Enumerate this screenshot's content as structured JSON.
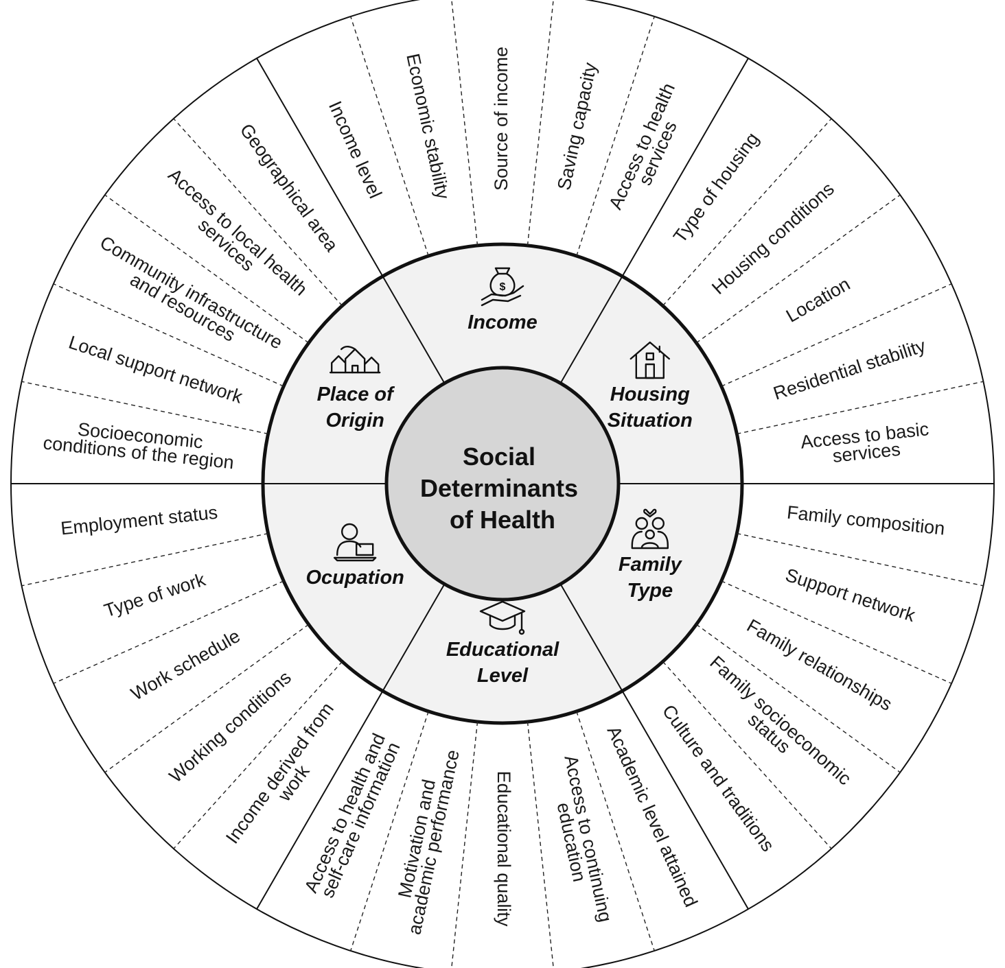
{
  "center": {
    "lines": [
      "Social",
      "Determinants",
      "of Health"
    ]
  },
  "categories": [
    {
      "id": "income",
      "lines": [
        "Income"
      ],
      "icon": "money-bag-in-hand-icon",
      "items": [
        {
          "lines": [
            "Income level"
          ]
        },
        {
          "lines": [
            "Economic stability"
          ]
        },
        {
          "lines": [
            "Source of income"
          ]
        },
        {
          "lines": [
            "Saving capacity"
          ]
        },
        {
          "lines": [
            "Access to health",
            "services"
          ]
        }
      ]
    },
    {
      "id": "housing",
      "lines": [
        "Housing",
        "Situation"
      ],
      "icon": "house-icon",
      "items": [
        {
          "lines": [
            "Type of housing"
          ]
        },
        {
          "lines": [
            "Housing conditions"
          ]
        },
        {
          "lines": [
            "Location"
          ]
        },
        {
          "lines": [
            "Residential stability"
          ]
        },
        {
          "lines": [
            "Access to basic",
            "services"
          ]
        }
      ]
    },
    {
      "id": "family",
      "lines": [
        "Family",
        "Type"
      ],
      "icon": "family-icon",
      "items": [
        {
          "lines": [
            "Family composition"
          ]
        },
        {
          "lines": [
            "Support network"
          ]
        },
        {
          "lines": [
            "Family relationships"
          ]
        },
        {
          "lines": [
            "Family socioeconomic",
            "status"
          ]
        },
        {
          "lines": [
            "Culture and traditions"
          ]
        }
      ]
    },
    {
      "id": "education",
      "lines": [
        "Educational",
        "Level"
      ],
      "icon": "graduation-cap-icon",
      "items": [
        {
          "lines": [
            "Academic level attained"
          ]
        },
        {
          "lines": [
            "Access to continuing",
            "education"
          ]
        },
        {
          "lines": [
            "Educational quality"
          ]
        },
        {
          "lines": [
            "Motivation and",
            "academic performance"
          ]
        },
        {
          "lines": [
            "Access to health and",
            "self-care information"
          ]
        }
      ]
    },
    {
      "id": "occupation",
      "lines": [
        "Ocupation"
      ],
      "icon": "worker-at-laptop-icon",
      "items": [
        {
          "lines": [
            "Income derived from",
            "work"
          ]
        },
        {
          "lines": [
            "Working conditions"
          ]
        },
        {
          "lines": [
            "Work schedule"
          ]
        },
        {
          "lines": [
            "Type of work"
          ]
        },
        {
          "lines": [
            "Employment status"
          ]
        }
      ]
    },
    {
      "id": "origin",
      "lines": [
        "Place of",
        "Origin"
      ],
      "icon": "village-houses-icon",
      "items": [
        {
          "lines": [
            "Socioeconomic",
            "conditions of the region"
          ]
        },
        {
          "lines": [
            "Local support network"
          ]
        },
        {
          "lines": [
            "Community infrastructure",
            "and resources"
          ]
        },
        {
          "lines": [
            "Access to local health",
            "services"
          ]
        },
        {
          "lines": [
            "Geographical area"
          ]
        }
      ]
    }
  ]
}
